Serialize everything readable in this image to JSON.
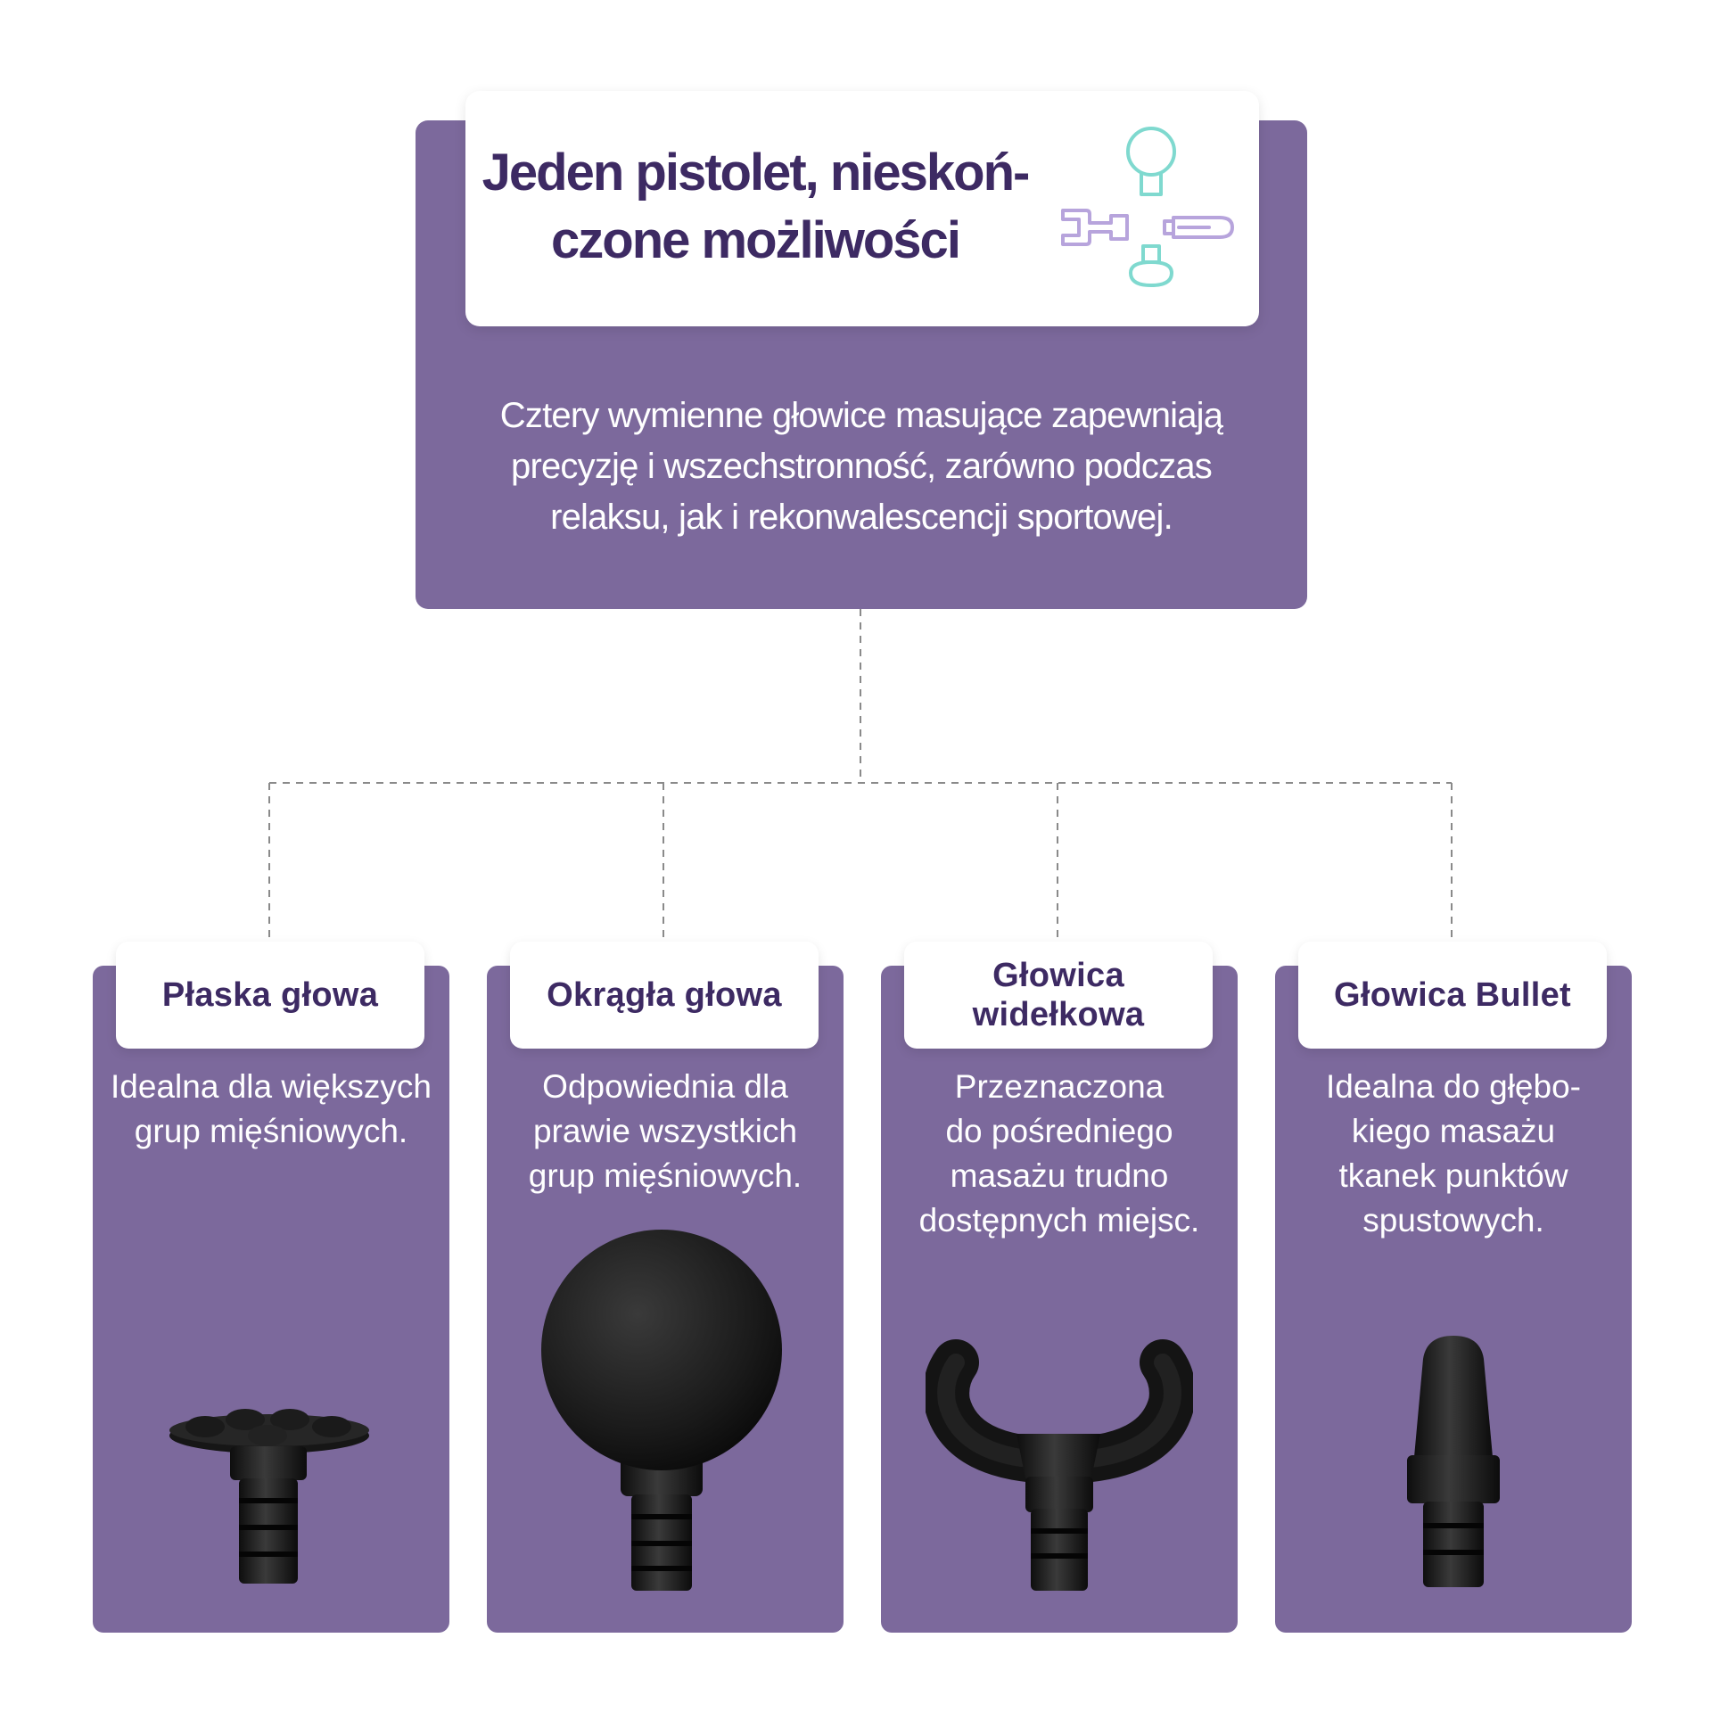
{
  "hero": {
    "title": "Jeden pistolet, nieskoń-\nczone możliwości",
    "description": "Cztery wymienne głowice masujące zapewniają\nprecyzję i wszechstronność, zarówno podczas\nrelaksu, jak i rekonwalescencji sportowej.",
    "icon": "massage-heads-icon"
  },
  "heads": [
    {
      "label": "Płaska głowa",
      "description": "Idealna dla większych\ngrup mięśniowych.",
      "image": "flat-head"
    },
    {
      "label": "Okrągła głowa",
      "description": "Odpowiednia dla\nprawie wszystkich\ngrup mięśniowych.",
      "image": "ball-head"
    },
    {
      "label": "Głowica\nwidełkowa",
      "description": "Przeznaczona\ndo pośredniego\nmasażu trudno\ndostępnych miejsc.",
      "image": "fork-head"
    },
    {
      "label": "Głowica Bullet",
      "description": "Idealna do głębo-\nkiego masażu\ntkanek punktów\nspustowych.",
      "image": "bullet-head"
    }
  ],
  "colors": {
    "panel": "#7c699c",
    "title_text": "#3d2a63",
    "icon_teal": "#7fd9cf",
    "icon_lilac": "#b7a4dc",
    "connector": "#8a8a8a"
  }
}
